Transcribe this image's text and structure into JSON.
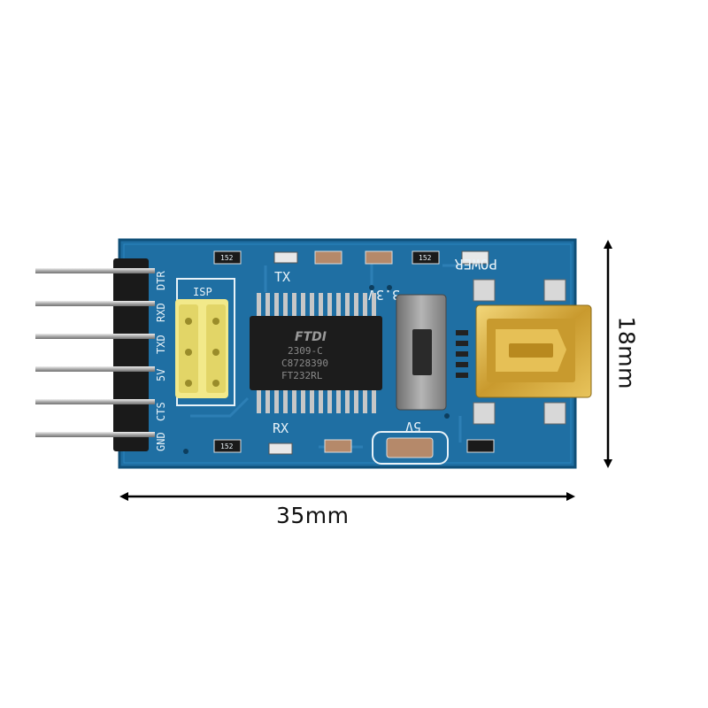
{
  "dimensions": {
    "width": "35mm",
    "height": "18mm"
  },
  "board": {
    "pin_labels": [
      "GND",
      "CTS",
      "5V",
      "TXD",
      "RXD",
      "DTR"
    ],
    "isp_label": "ISP",
    "tx_label": "TX",
    "rx_label": "RX",
    "power_label": "POWER",
    "v33_label": "3.3V",
    "v5_label": "5V",
    "smd_code": "152",
    "chip": {
      "brand": "FTDI",
      "line1": "2309-C",
      "line2": "C8728390",
      "line3": "FT232RL"
    }
  },
  "colors": {
    "pcb": "#1f6fa3",
    "pcb_edge": "#155a86",
    "silk": "#e8f2f8",
    "header_pin": "#b8b8b8",
    "header_body": "#1a1a1a",
    "jumper": "#f2e98a",
    "usb": "#d9b24a",
    "chip": "#1c1c1c",
    "switch": "#8c8c8c",
    "arrow": "#000000"
  }
}
